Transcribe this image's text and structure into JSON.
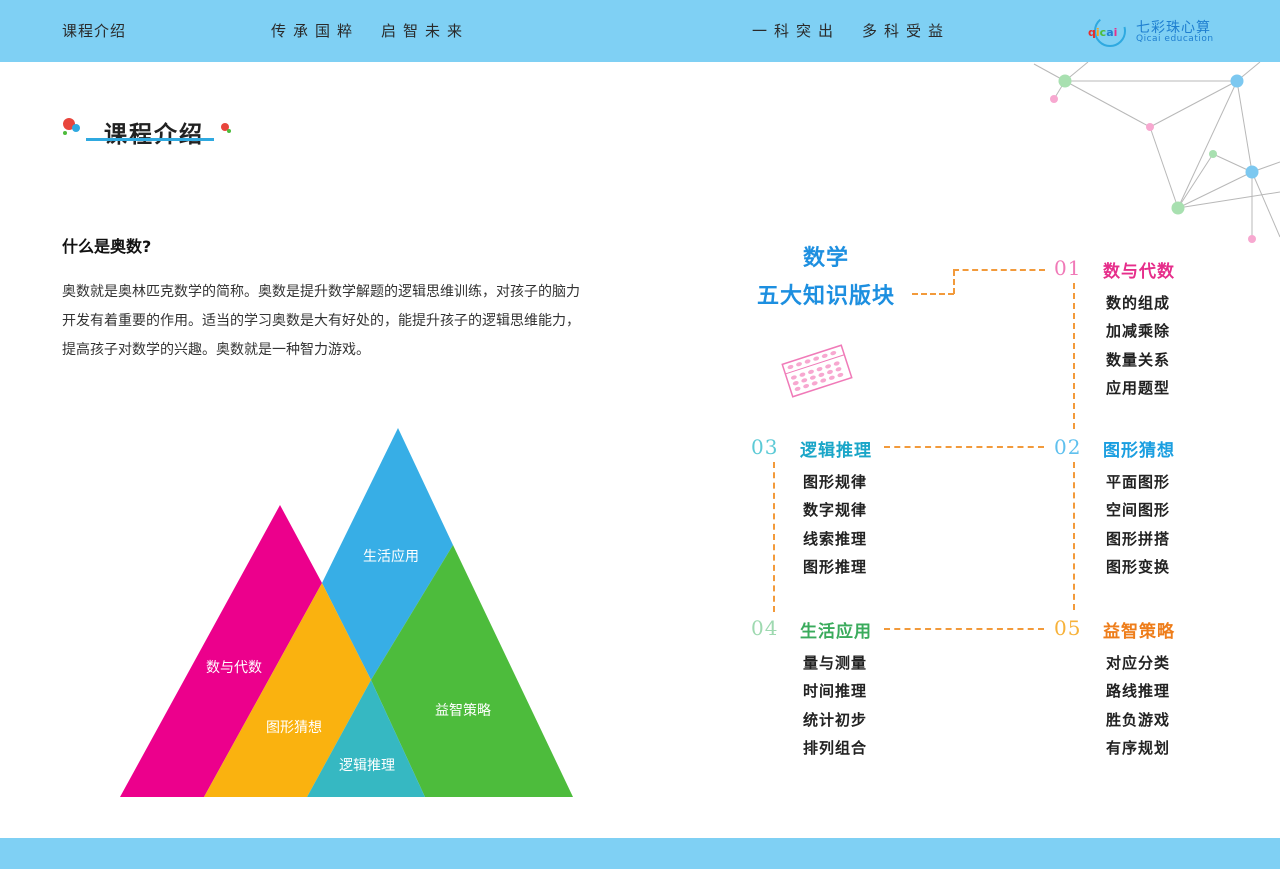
{
  "header": {
    "left": "课程介绍",
    "slogan1": "传承国粹　启智未来",
    "slogan2": "一科突出　多科受益",
    "logo": {
      "name": "七彩珠心算",
      "en": "Qicai education",
      "mark_text": "qicai"
    }
  },
  "section": {
    "title": "课程介绍"
  },
  "intro": {
    "heading": "什么是奥数?",
    "body": "奥数就是奥林匹克数学的简称。奥数是提升数学解题的逻辑思维训练，对孩子的脑力开发有着重要的作用。适当的学习奥数是大有好处的，能提升孩子的逻辑思维能力，提高孩子对数学的兴趣。奥数就是一种智力游戏。"
  },
  "pyramid": {
    "colors": {
      "pink": "#ec008c",
      "orange": "#fab20f",
      "blue": "#37aee6",
      "green": "#4dbc3c",
      "teal": "#36b8c2"
    },
    "labels": [
      "数与代数",
      "图形猜想",
      "生活应用",
      "益智策略",
      "逻辑推理"
    ]
  },
  "center": {
    "line1": "数学",
    "line2": "五大知识版块"
  },
  "modules": [
    {
      "num": "01",
      "title": "数与代数",
      "color": "#e62e8b",
      "numColor": "#f07ab8",
      "items": [
        "数的组成",
        "加减乘除",
        "数量关系",
        "应用题型"
      ]
    },
    {
      "num": "02",
      "title": "图形猜想",
      "color": "#1a9ee0",
      "numColor": "#5fc0ee",
      "items": [
        "平面图形",
        "空间图形",
        "图形拼搭",
        "图形变换"
      ]
    },
    {
      "num": "03",
      "title": "逻辑推理",
      "color": "#1aa6c8",
      "numColor": "#5ccad6",
      "items": [
        "图形规律",
        "数字规律",
        "线索推理",
        "图形推理"
      ]
    },
    {
      "num": "04",
      "title": "生活应用",
      "color": "#3aab5c",
      "numColor": "#9ed9b0",
      "items": [
        "量与测量",
        "时间推理",
        "统计初步",
        "排列组合"
      ]
    },
    {
      "num": "05",
      "title": "益智策略",
      "color": "#ee7d1a",
      "numColor": "#f7b23a",
      "items": [
        "对应分类",
        "路线推理",
        "胜负游戏",
        "有序规划"
      ]
    }
  ],
  "connector_color": "#f29a3b",
  "accent_colors": {
    "bar": "#7fd0f4",
    "title_line": "#2fa9e0"
  }
}
